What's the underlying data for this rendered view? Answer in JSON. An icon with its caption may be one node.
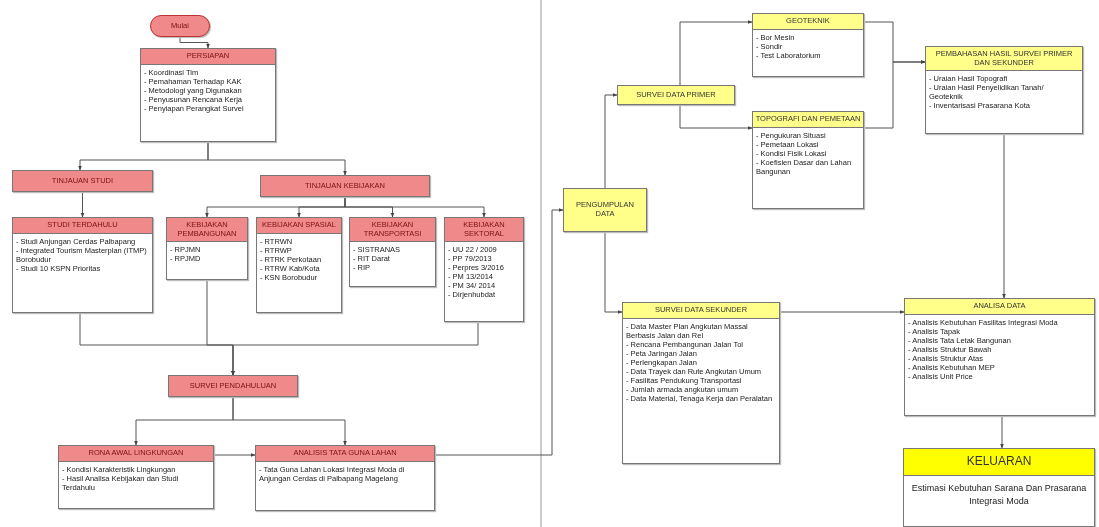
{
  "diagram": {
    "nodes": [
      {
        "text": [
          "Mulai"
        ]
      },
      {
        "text": [
          "PERSIAPAN",
          "- Koordinasi Tim",
          "- Pemahaman Terhadap KAK",
          "- Metodologi yang Digunakan",
          "- Penyusunan Rencana Kerja",
          "- Penyiapan Perangkat Survei"
        ]
      },
      {
        "text": [
          "TINJAUAN STUDI"
        ]
      },
      {
        "text": [
          "TINJAUAN KEBIJAKAN"
        ]
      },
      {
        "text": [
          "STUDI TERDAHULU",
          "- Studi Anjungan Cerdas Palbapang",
          "- Integrated Tourism Masterplan (ITMP) Borobudur",
          "- Studi 10 KSPN Prioritas"
        ]
      },
      {
        "text": [
          "KEBIJAKAN PEMBANGUNAN",
          "- RPJMN",
          "- RPJMD"
        ]
      },
      {
        "text": [
          "KEBIJAKAN SPASIAL",
          "- RTRWN",
          "- RTRWP",
          "- RTRK Perkotaan",
          "- RTRW Kab/Kota",
          "- KSN Borobudur"
        ]
      },
      {
        "text": [
          "KEBIJAKAN TRANSPORTASI",
          "- SISTRANAS",
          "- RIT Darat",
          "- RIP"
        ]
      },
      {
        "text": [
          "KEBIJAKAN SEKTORAL",
          "- UU 22 / 2009",
          "- PP 79/2013",
          "- Perpres 3/2016",
          "- PM 13/2014",
          "- PM 34/ 2014",
          "- Dirjenhubdat"
        ]
      },
      {
        "text": [
          "SURVEI PENDAHULUAN"
        ]
      },
      {
        "text": [
          "RONA AWAL LINGKUNGAN",
          "- Kondisi Karakteristik Lingkungan",
          "- Hasil Analisa Kebijakan dan Studi Terdahulu"
        ]
      },
      {
        "text": [
          "ANALISIS TATA GUNA LAHAN",
          "- Tata Guna Lahan Lokasi Integrasi Moda di Anjungan Cerdas di Palbapang Magelang"
        ]
      },
      {
        "text": [
          "PENGUMPULAN DATA"
        ]
      },
      {
        "text": [
          "SURVEI DATA PRIMER"
        ]
      },
      {
        "text": [
          "GEOTEKNIK",
          "- Bor Mesin",
          "- Sondir",
          "- Test Laboratorium"
        ]
      },
      {
        "text": [
          "TOPOGRAFI DAN PEMETAAN",
          "- Pengukuran Situasi",
          "- Pemetaan Lokasi",
          "- Kondisi Fisik Lokasi",
          "- Koefisien Dasar dan Lahan Bangunan"
        ]
      },
      {
        "text": [
          "PEMBAHASAN HASIL SURVEI PRIMER DAN SEKUNDER",
          "- Uraian Hasil Topografi",
          "- Uraian Hasil Penyelidikan Tanah/ Geoteknik",
          "- Inventarisasi Prasarana Kota"
        ]
      },
      {
        "text": [
          "SURVEI DATA SEKUNDER",
          "- Data Master Plan Angkutan Massal Berbasis Jalan dan Rel",
          "- Rencana Pembangunan Jalan Tol",
          "- Peta Jaringan Jalan",
          "- Perlengkapan Jalan",
          "- Data Trayek dan Rute Angkutan Umum",
          "- Fasilitas Pendukung Transportasi",
          "- Jumlah armada angkutan umum",
          "- Data Material, Tenaga Kerja dan Peralatan"
        ]
      },
      {
        "text": [
          "ANALISA DATA",
          "- Analisis Kebutuhan Fasilitas Integrasi Moda",
          "- Analisis Tapak",
          "- Analisis Tata Letak Bangunan",
          "- Analisis Struktur Bawah",
          "- Analisis Struktur Atas",
          "- Analisis Kebutuhan MEP",
          "- Analisis Unit Price"
        ]
      },
      {
        "text": [
          "KELUARAN",
          "Estimasi Kebutuhan Sarana Dan Prasarana Integrasi Moda"
        ]
      }
    ],
    "edges": [
      {
        "from": 0,
        "to": 1,
        "arrow": "to"
      },
      {
        "from": 1,
        "to": 2,
        "arrow": "to"
      },
      {
        "from": 1,
        "to": 3,
        "arrow": "to"
      },
      {
        "from": 2,
        "to": 4,
        "arrow": "to"
      },
      {
        "from": 3,
        "to": 5,
        "arrow": "to"
      },
      {
        "from": 3,
        "to": 6,
        "arrow": "to"
      },
      {
        "from": 3,
        "to": 7,
        "arrow": "to"
      },
      {
        "from": 3,
        "to": 8,
        "arrow": "to"
      },
      {
        "from": 4,
        "to": 9,
        "arrow": "to"
      },
      {
        "from": 5,
        "to": 9,
        "arrow": "to"
      },
      {
        "from": 8,
        "to": 9,
        "arrow": "to"
      },
      {
        "from": 9,
        "to": 10,
        "arrow": "to"
      },
      {
        "from": 9,
        "to": 11,
        "arrow": "to"
      },
      {
        "from": 10,
        "to": 11,
        "arrow": "to"
      },
      {
        "from": 11,
        "to": 12,
        "arrow": "to"
      },
      {
        "from": 12,
        "to": 13,
        "arrow": "to"
      },
      {
        "from": 12,
        "to": 17,
        "arrow": "to"
      },
      {
        "from": 13,
        "to": 14,
        "arrow": "to"
      },
      {
        "from": 13,
        "to": 15,
        "arrow": "to"
      },
      {
        "from": 14,
        "to": 16,
        "arrow": "to"
      },
      {
        "from": 15,
        "to": 16,
        "arrow": "to"
      },
      {
        "from": 16,
        "to": 18,
        "arrow": "to"
      },
      {
        "from": 17,
        "to": 18,
        "arrow": "to"
      },
      {
        "from": 18,
        "to": 19,
        "arrow": "to"
      }
    ]
  }
}
